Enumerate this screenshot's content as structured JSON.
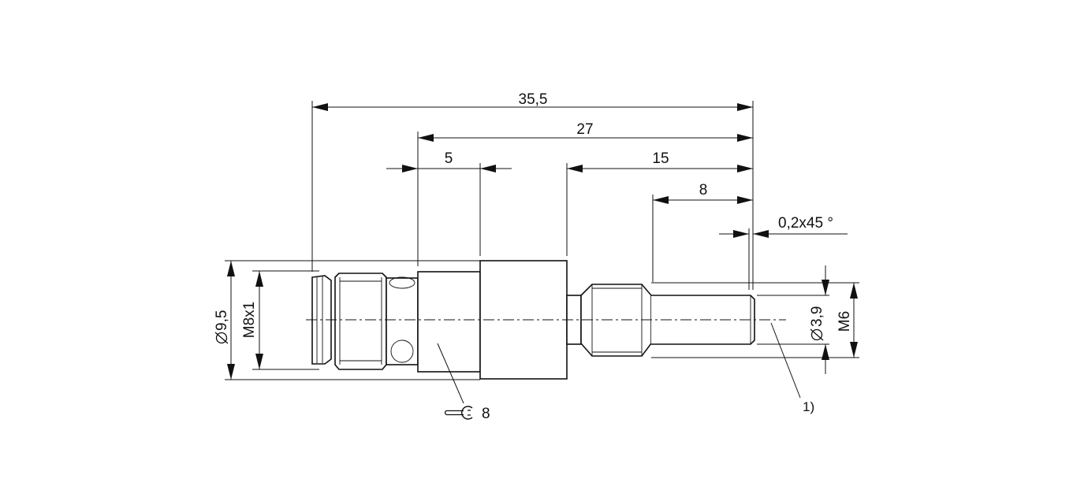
{
  "drawing": {
    "line_color": "#111111",
    "background": "#ffffff",
    "dimensions": {
      "overall_length": "35,5",
      "body_length": "27",
      "wrench_flat_length": "5",
      "probe_length": "15",
      "thread_length": "8",
      "chamfer": "0,2x45 °",
      "housing_diameter": "9,5",
      "connector_thread": "M8x1",
      "tip_diameter": "3,9",
      "probe_thread": "M6"
    },
    "wrench": {
      "icon": "wrench-icon",
      "size": "8"
    },
    "note_marker": "1)"
  }
}
